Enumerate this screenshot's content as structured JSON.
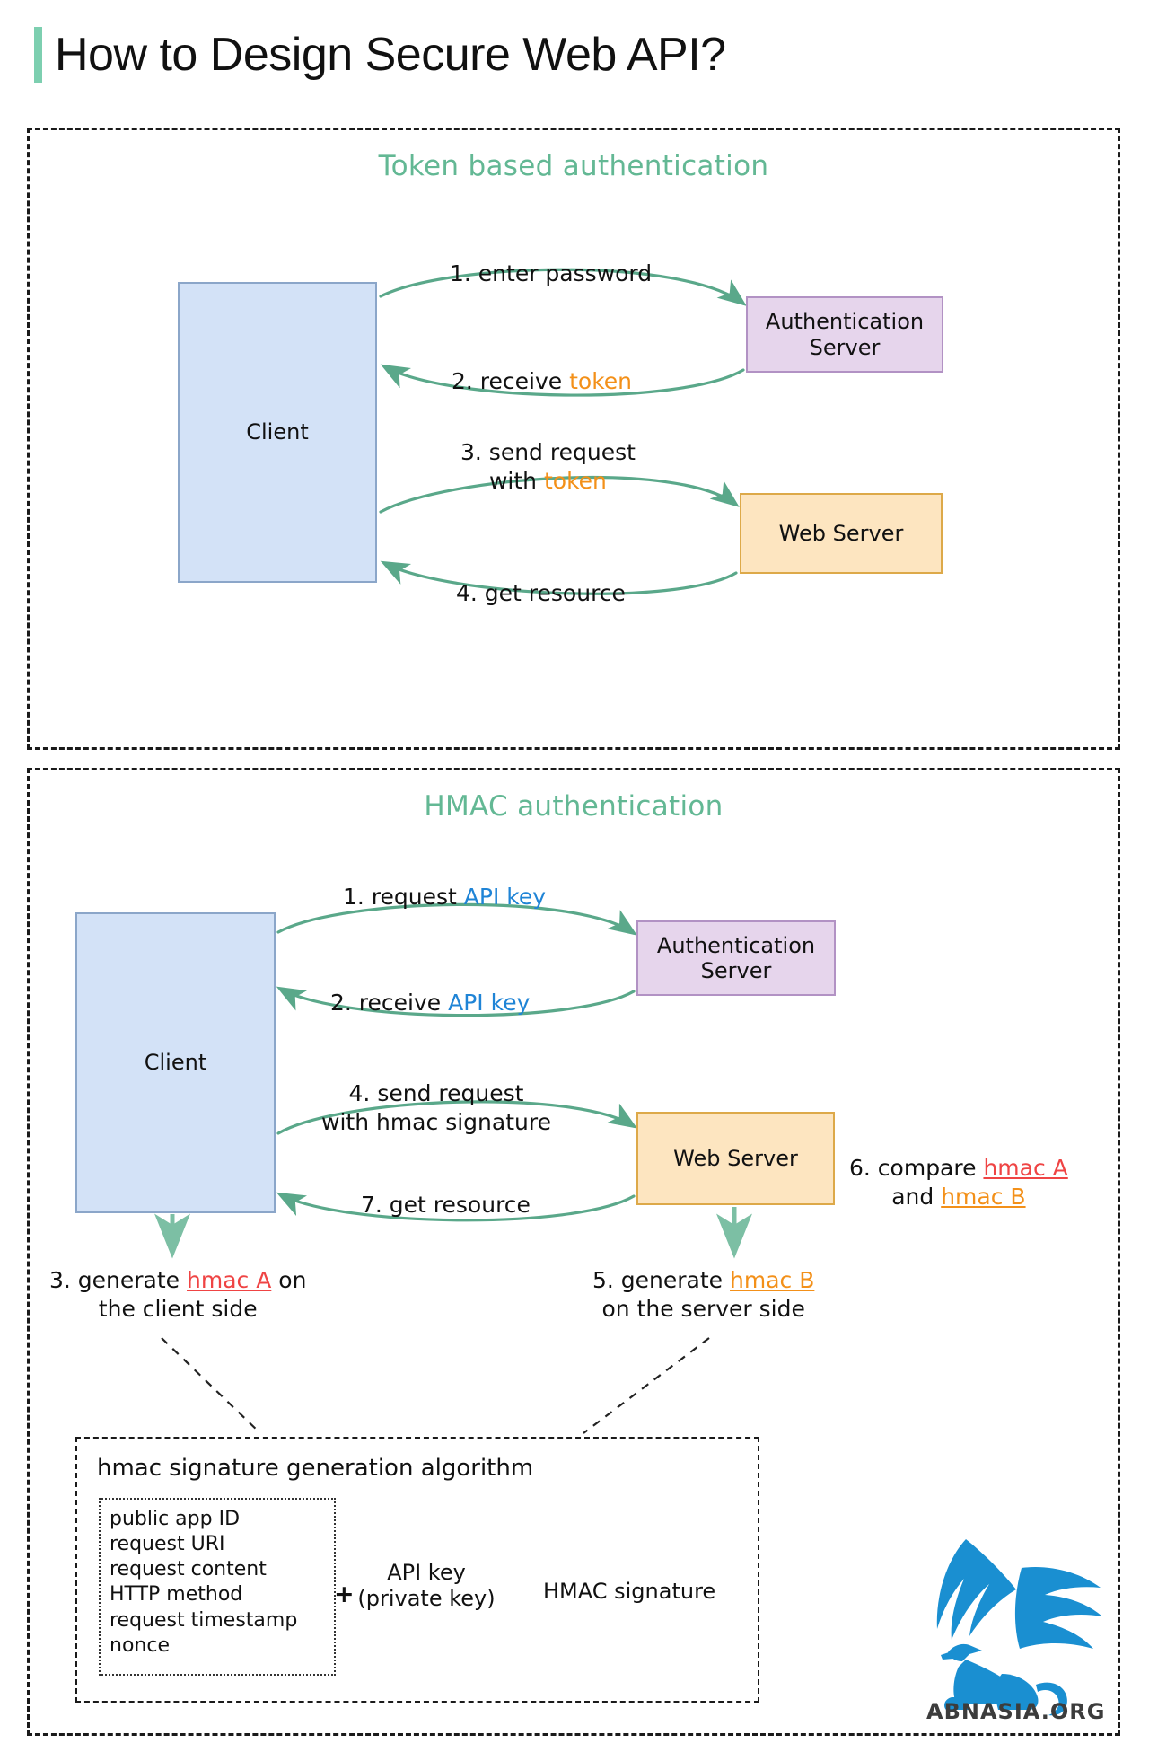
{
  "page": {
    "title": "How to Design Secure Web API?",
    "accent_color": "#7dcfb0"
  },
  "colors": {
    "section_title": "#63b894",
    "arrow": "#5aa88a",
    "client_fill": "#d3e2f7",
    "client_border": "#8ba6c9",
    "auth_fill": "#e6d5ec",
    "auth_border": "#b292c4",
    "web_fill": "#fde5c0",
    "web_border": "#dda949",
    "token_highlight": "#f39019",
    "apikey_highlight": "#1f84d6",
    "hmac_a": "#ef4444",
    "hmac_b": "#f39019",
    "logo": "#1a8fd1"
  },
  "sections": [
    {
      "id": "token",
      "title": "Token based authentication",
      "nodes": {
        "client": "Client",
        "auth_line1": "Authentication",
        "auth_line2": "Server",
        "web": "Web Server"
      },
      "steps": [
        {
          "n": "1.",
          "text": "1. enter password"
        },
        {
          "n": "2.",
          "prefix": "2. receive ",
          "highlight": "token",
          "highlight_kind": "token"
        },
        {
          "n": "3.",
          "line1": "3.  send request",
          "line2_prefix": "with ",
          "line2_highlight": "token",
          "highlight_kind": "token"
        },
        {
          "n": "4.",
          "text": "4. get resource"
        }
      ]
    },
    {
      "id": "hmac",
      "title": "HMAC authentication",
      "nodes": {
        "client": "Client",
        "auth_line1": "Authentication",
        "auth_line2": "Server",
        "web": "Web Server"
      },
      "steps": [
        {
          "n": "1.",
          "prefix": "1. request ",
          "highlight": "API key",
          "highlight_kind": "apikey"
        },
        {
          "n": "2.",
          "prefix": "2. receive ",
          "highlight": "API key",
          "highlight_kind": "apikey"
        },
        {
          "n": "3.",
          "line1_prefix": "3. generate ",
          "line1_highlight": "hmac A",
          "line1_suffix": " on",
          "line2": "the client side",
          "highlight_kind": "hmac_a"
        },
        {
          "n": "4.",
          "line1": "4. send request",
          "line2": "with hmac signature"
        },
        {
          "n": "5.",
          "line1_prefix": "5. generate ",
          "line1_highlight": "hmac B",
          "line2": "on the server side",
          "highlight_kind": "hmac_b"
        },
        {
          "n": "6.",
          "line1_prefix": "6. compare ",
          "line1_highlight": "hmac A",
          "line2_prefix": "and ",
          "line2_highlight": "hmac B"
        },
        {
          "n": "7.",
          "text": "7. get resource"
        }
      ],
      "algorithm": {
        "title": "hmac signature generation algorithm",
        "inputs": [
          "public app ID",
          "request URI",
          "request content",
          "HTTP method",
          "request timestamp",
          "nonce"
        ],
        "plus": "+",
        "key_line1": "API key",
        "key_line2": "(private key)",
        "output": "HMAC signature"
      }
    }
  ],
  "watermark": {
    "text": "ABNASIA.ORG",
    "icon": "winged-griffin-logo"
  }
}
